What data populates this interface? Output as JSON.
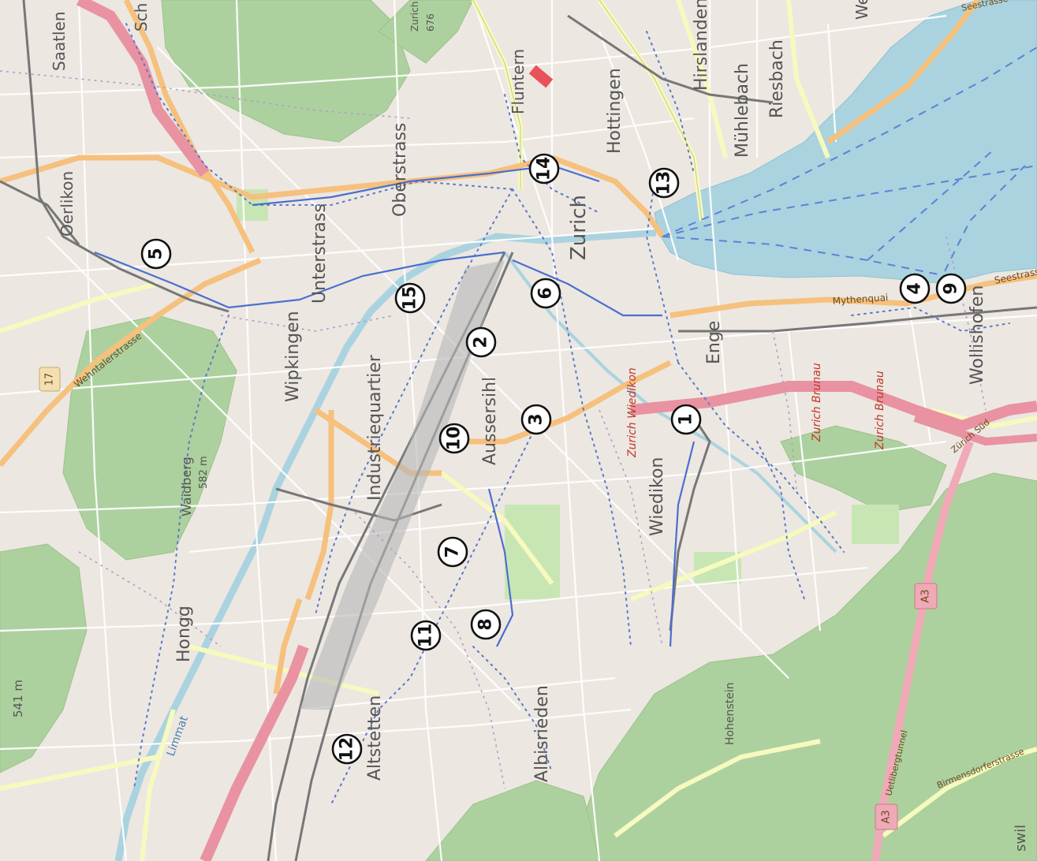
{
  "map": {
    "labels": {
      "saatlen": "Saatlen",
      "schwamendingen": "Sch",
      "oerlikon": "Oerlikon",
      "unterstrass": "Unterstrass",
      "oberstrass": "Oberstrass",
      "fluntern": "Fluntern",
      "hottingen": "Hottingen",
      "hirslanden": "Hirslanden",
      "muehlebach": "Mühlebach",
      "riesbach": "Riesbach",
      "zurich": "Zurich",
      "enge": "Enge",
      "wollishofen": "Wollishofen",
      "wipkingen": "Wipkingen",
      "industriequartier": "Industriequartier",
      "aussersihl": "Aussersihl",
      "wiedikon": "Wiedikon",
      "hongg": "Hongg",
      "altstetten": "Altstetten",
      "albisrieden": "Albisrieden",
      "waidberg": "Waidberg",
      "waidberg_elev": "582 m",
      "elev_541": "541 m",
      "hohenstein": "Hohenstein",
      "limmat": "Limmat",
      "zurich_top": "Zurich",
      "elev_676": "676",
      "we": "We",
      "wil": "swil"
    },
    "roads": {
      "wehntalerstrasse": "Wehntalerstrasse",
      "seestrasse": "Seestrasse",
      "seestrasse_top": "Seestrasse",
      "mythenquai": "Mythenquai",
      "uetlibergtunnel": "Uetlibergtunnel",
      "zurich_sud": "Zürich Süd",
      "zurich_wiedikon": "Zurich Wiedikon",
      "zurich_brunau_1": "Zurich Brunau",
      "zurich_brunau_2": "Zurich Brunau",
      "birmensdorferstrasse": "Birmensdorferstrasse",
      "route_17": "17",
      "a3_1": "A3",
      "a3_2": "A3"
    },
    "markers": [
      "1",
      "2",
      "3",
      "4",
      "5",
      "6",
      "7",
      "8",
      "9",
      "10",
      "11",
      "12",
      "13",
      "14",
      "15"
    ],
    "colors": {
      "water": "#aad3df",
      "forest": "#add19e",
      "motorway": "#e892a2",
      "primary": "#fcd6a4",
      "secondary": "#f7fabf",
      "rail": "#777777",
      "tram": "#4a6fd0"
    }
  }
}
